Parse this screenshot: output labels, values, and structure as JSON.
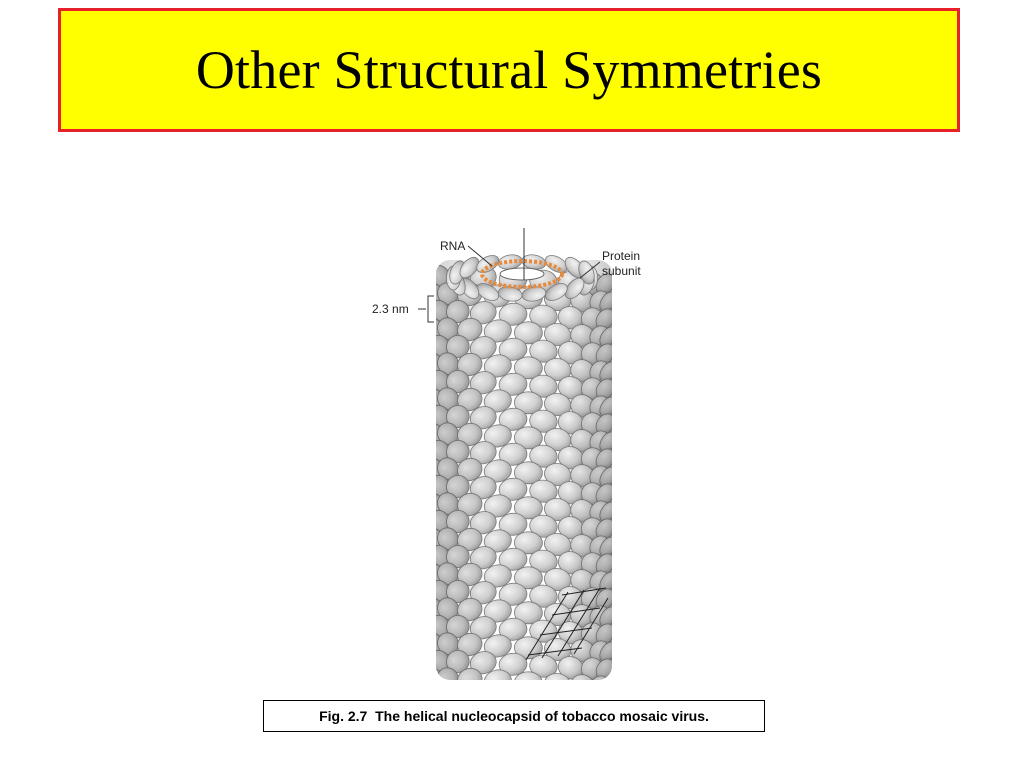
{
  "slide": {
    "title": "Other Structural Symmetries",
    "caption": "Fig. 2.7  The helical nucleocapsid of tobacco mosaic virus."
  },
  "figure": {
    "labels": {
      "rna": "RNA",
      "protein_line1": "Protein",
      "protein_line2": "subunit",
      "pitch": "2.3 nm"
    }
  },
  "colors": {
    "title_background": "#ffff00",
    "title_border": "#e8202a",
    "rna": "#e88a3c",
    "subunit_fill": "#cfcfcf",
    "subunit_stroke": "#7a7a7a"
  }
}
